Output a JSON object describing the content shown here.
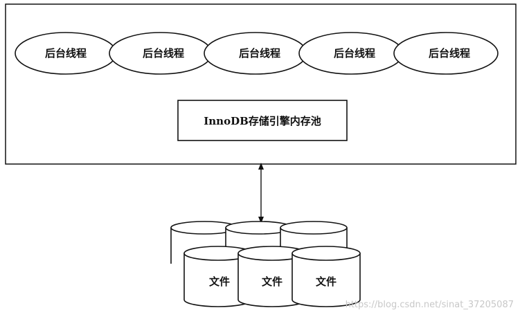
{
  "threads": [
    "后台线程",
    "后台线程",
    "后台线程",
    "后台线程",
    "后台线程"
  ],
  "buffer_pool": {
    "label": "InnoDB存储引擎内存池"
  },
  "files": [
    "文件",
    "文件",
    "文件"
  ],
  "watermark": "https://blog.csdn.net/sinat_37205087",
  "colors": {
    "stroke": "#111111",
    "background": "#ffffff"
  }
}
